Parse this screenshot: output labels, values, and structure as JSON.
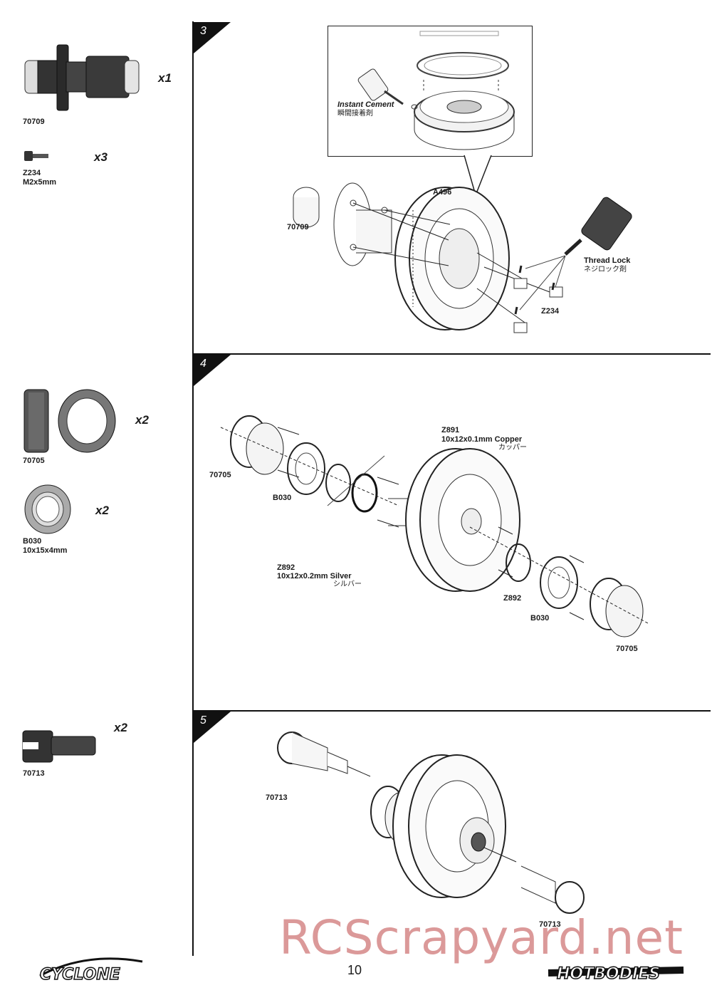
{
  "page": {
    "number": "10",
    "watermark": "RCScrapyard.net"
  },
  "brands": {
    "left_logo": "CYCLONE",
    "right_logo": "HOTBODIES"
  },
  "sidebar": {
    "parts": [
      {
        "code": "70709",
        "qty": "x1"
      },
      {
        "code": "Z234",
        "size": "M2x5mm",
        "qty": "x3"
      },
      {
        "code": "70705",
        "qty": "x2"
      },
      {
        "code": "B030",
        "size": "10x15x4mm",
        "qty": "x2"
      },
      {
        "code": "70713",
        "qty": "x2"
      }
    ]
  },
  "steps": [
    {
      "number": "3",
      "labels": {
        "instant_cement": "Instant Cement",
        "instant_cement_jp": "瞬間接着剤",
        "a496": "A496",
        "p70709": "70709",
        "thread_lock": "Thread Lock",
        "thread_lock_jp": "ネジロック剤",
        "z234": "Z234"
      }
    },
    {
      "number": "4",
      "labels": {
        "z891": "Z891",
        "z891_desc": "10x12x0.1mm Copper",
        "z891_jp": "カッパー",
        "p70705_left": "70705",
        "b030_left": "B030",
        "z892": "Z892",
        "z892_desc": "10x12x0.2mm Silver",
        "z892_jp": "シルバー",
        "z892_right": "Z892",
        "b030_right": "B030",
        "p70705_right": "70705"
      }
    },
    {
      "number": "5",
      "labels": {
        "p70713_left": "70713",
        "p70713_right": "70713"
      }
    }
  ],
  "colors": {
    "ink": "#111111",
    "metal": "#555555",
    "watermark": "#be4646"
  }
}
